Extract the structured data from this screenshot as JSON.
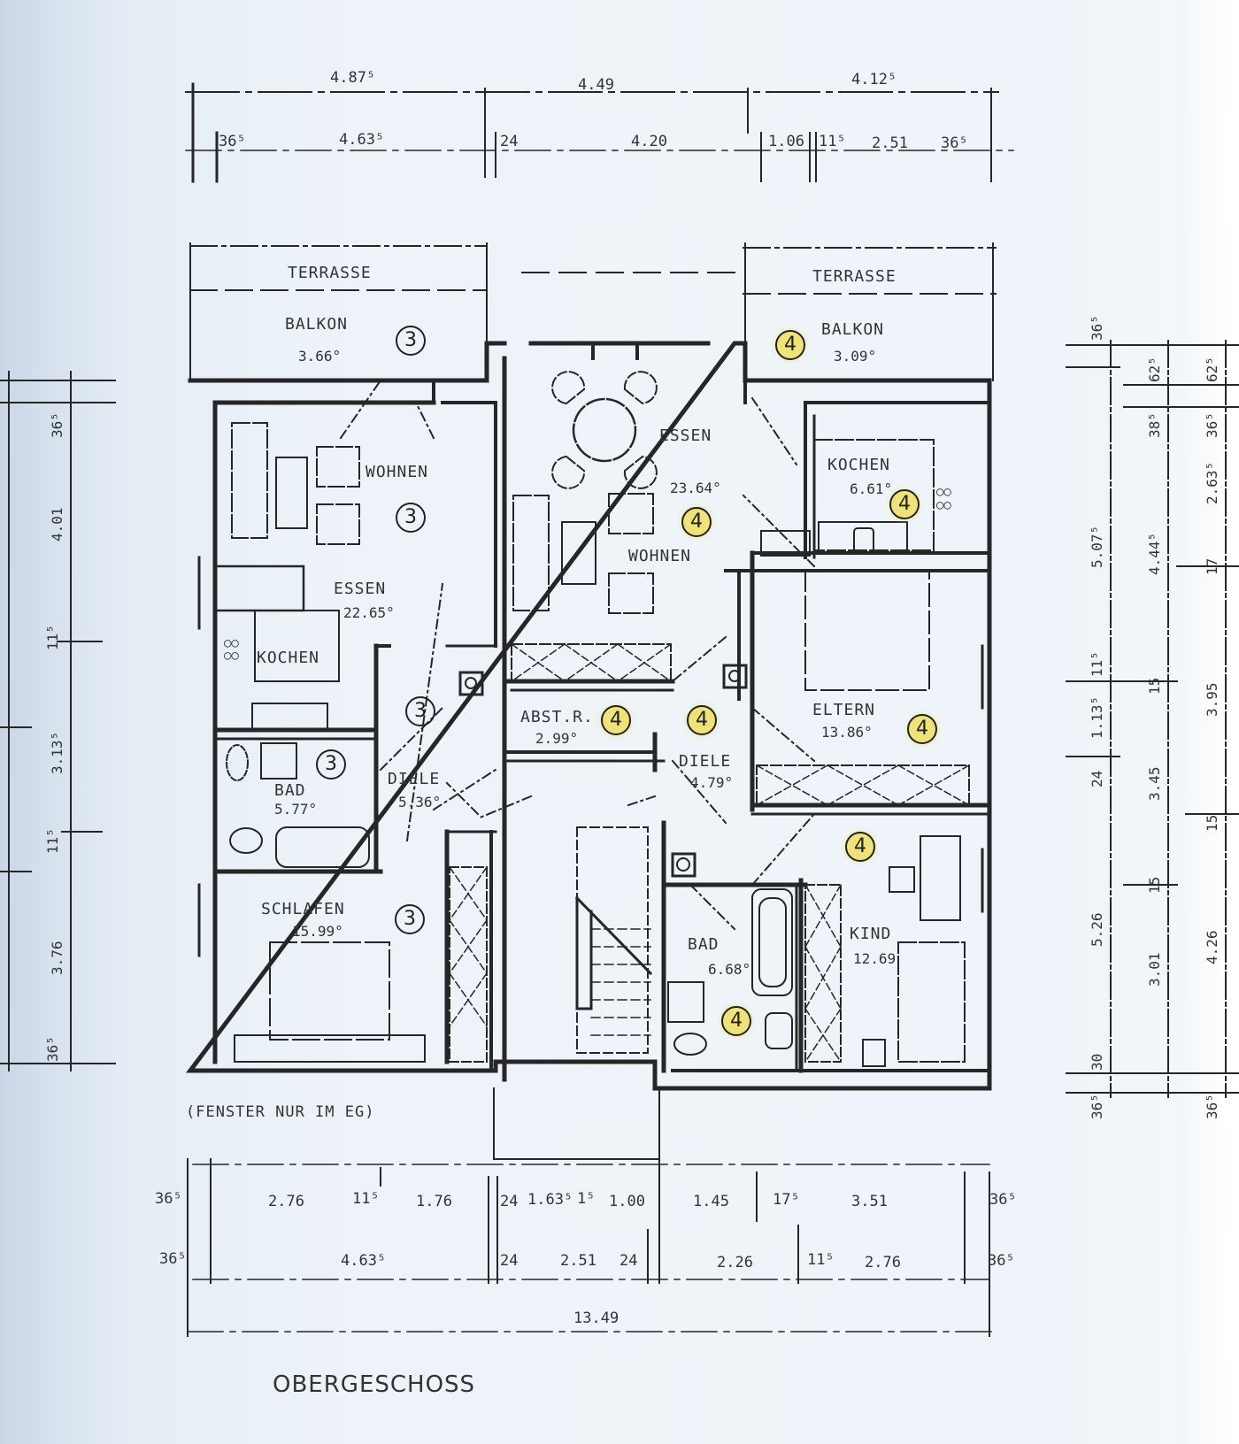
{
  "title": "OBERGESCHOSS",
  "note": "(FENSTER NUR IM EG)",
  "rooms": {
    "left": {
      "terrasse": {
        "label": "TERRASSE"
      },
      "balkon": {
        "label": "BALKON",
        "area": "3.66°",
        "unit": "3"
      },
      "wohnen": {
        "label": "WOHNEN",
        "unit": "3"
      },
      "essen": {
        "label": "ESSEN",
        "area": "22.65°"
      },
      "kochen": {
        "label": "KOCHEN"
      },
      "diele": {
        "label": "DIELE",
        "area": "5.36°",
        "unit": "3"
      },
      "bad": {
        "label": "BAD",
        "area": "5.77°",
        "unit": "3"
      },
      "schlafen": {
        "label": "SCHLAFEN",
        "area": "15.99°",
        "unit": "3"
      }
    },
    "right": {
      "terrasse": {
        "label": "TERRASSE"
      },
      "balkon": {
        "label": "BALKON",
        "area": "3.09°",
        "unit": "4"
      },
      "essen": {
        "label": "ESSEN"
      },
      "wohnen": {
        "label": "WOHNEN",
        "area": "23.64°",
        "unit": "4"
      },
      "kochen": {
        "label": "KOCHEN",
        "area": "6.61°",
        "unit": "4"
      },
      "abstr": {
        "label": "ABST.R.",
        "area": "2.99°",
        "unit": "4"
      },
      "diele": {
        "label": "DIELE",
        "area": "4.79°",
        "unit": "4"
      },
      "eltern": {
        "label": "ELTERN",
        "area": "13.86°",
        "unit": "4"
      },
      "bad": {
        "label": "BAD",
        "area": "6.68°",
        "unit": "4"
      },
      "kind": {
        "label": "KIND",
        "area": "12.69",
        "unit": "4"
      }
    }
  },
  "dimensions": {
    "top_outer": [
      "4.87⁵",
      "4.49",
      "4.12⁵"
    ],
    "top_inner": [
      "36⁵",
      "4.63⁵",
      "24",
      "4.20",
      "1.06",
      "11⁵",
      "2.51",
      "36⁵"
    ],
    "bottom_row1": [
      "36⁵",
      "2.76",
      "11⁵",
      "1.76",
      "24",
      "1.63⁵",
      "1⁵",
      "1.00",
      "1.45",
      "17⁵",
      "3.51",
      "36⁵"
    ],
    "bottom_row2": [
      "36⁵",
      "4.63⁵",
      "24",
      "2.51",
      "24",
      "2.26",
      "11⁵",
      "2.76",
      "36⁵"
    ],
    "bottom_total": "13.49",
    "left_inner": [
      "36⁵",
      "4.01",
      "11⁵",
      "3.13⁵",
      "11⁵",
      "3.76",
      "36⁵"
    ],
    "right_a": [
      "36⁵",
      "5.07⁵",
      "11⁵",
      "1.13⁵",
      "24",
      "5.26",
      "30",
      "36⁵"
    ],
    "right_b": [
      "62⁵",
      "38⁵",
      "4.44⁵",
      "15",
      "3.45",
      "15",
      "3.01"
    ],
    "right_c": [
      "62⁵",
      "36⁵",
      "2.63⁵",
      "17",
      "3.95",
      "15",
      "4.26",
      "36⁵"
    ]
  },
  "colors": {
    "line": "#262626",
    "highlight": "#f0e27a",
    "paper": "#eef4f9"
  }
}
